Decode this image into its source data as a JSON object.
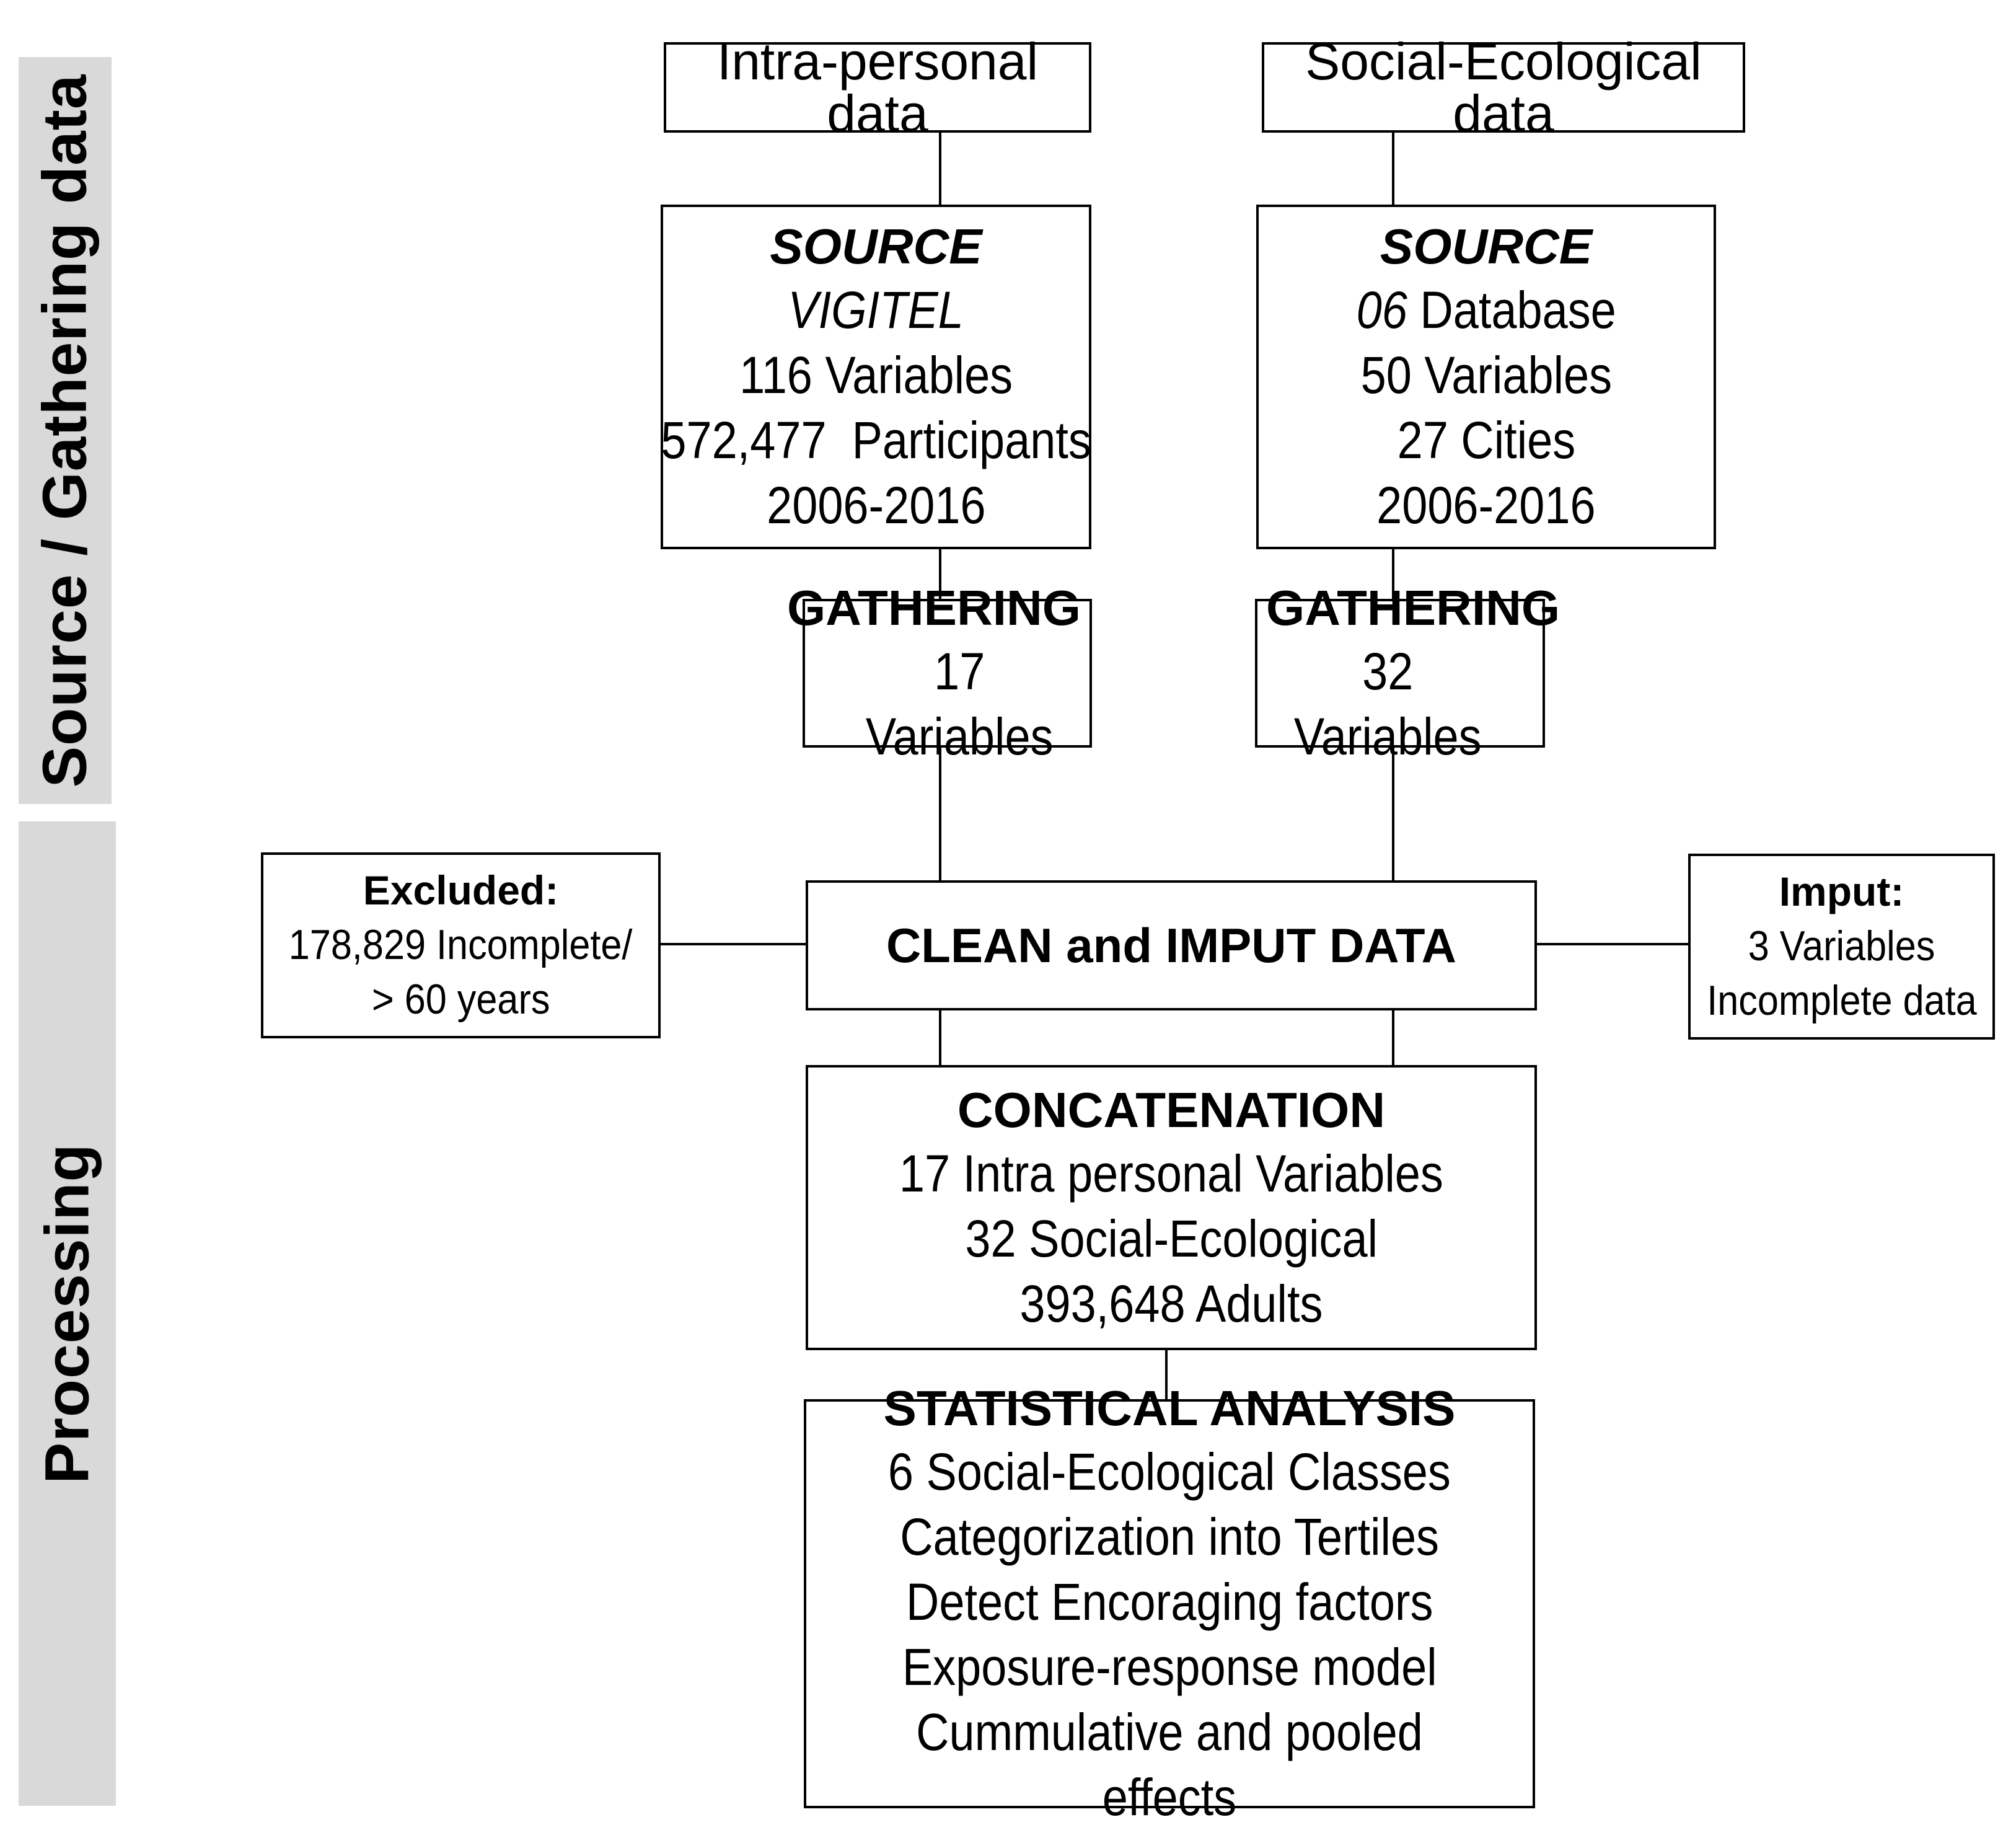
{
  "bands": {
    "source_gathering": "Source / Gathering data",
    "processing": "Processing"
  },
  "left": {
    "header": "Intra-personal data",
    "source": {
      "title": "SOURCE",
      "name": "VIGITEL",
      "variables": "116 Variables",
      "participants": "572,477  Participants",
      "years": "2006-2016"
    },
    "gathering": {
      "title": "GATHERING",
      "variables": "17 Variables"
    }
  },
  "right": {
    "header": "Social-Ecological data",
    "source": {
      "title": "SOURCE",
      "database_count": "06",
      "database_label": " Database",
      "variables": "50 Variables",
      "cities": "27 Cities",
      "years": "2006-2016"
    },
    "gathering": {
      "title": "GATHERING",
      "variables": "32 Variables"
    }
  },
  "excluded": {
    "title": "Excluded:",
    "line1": "178,829 Incomplete/",
    "line2": "> 60 years"
  },
  "clean": {
    "title": "CLEAN and IMPUT DATA"
  },
  "imput": {
    "title": "Imput:",
    "line1": "3 Variables",
    "line2": "Incomplete data"
  },
  "concatenation": {
    "title": "CONCATENATION",
    "line1": "17 Intra personal Variables",
    "line2": "32 Social-Ecological",
    "line3": "393,648 Adults"
  },
  "statistical": {
    "title": "STATISTICAL ANALYSIS",
    "line1": "6 Social-Ecological Classes",
    "line2": "Categorization into Tertiles",
    "line3": "Detect Encoraging factors",
    "line4": "Exposure-response model",
    "line5": "Cummulative and pooled effects"
  }
}
